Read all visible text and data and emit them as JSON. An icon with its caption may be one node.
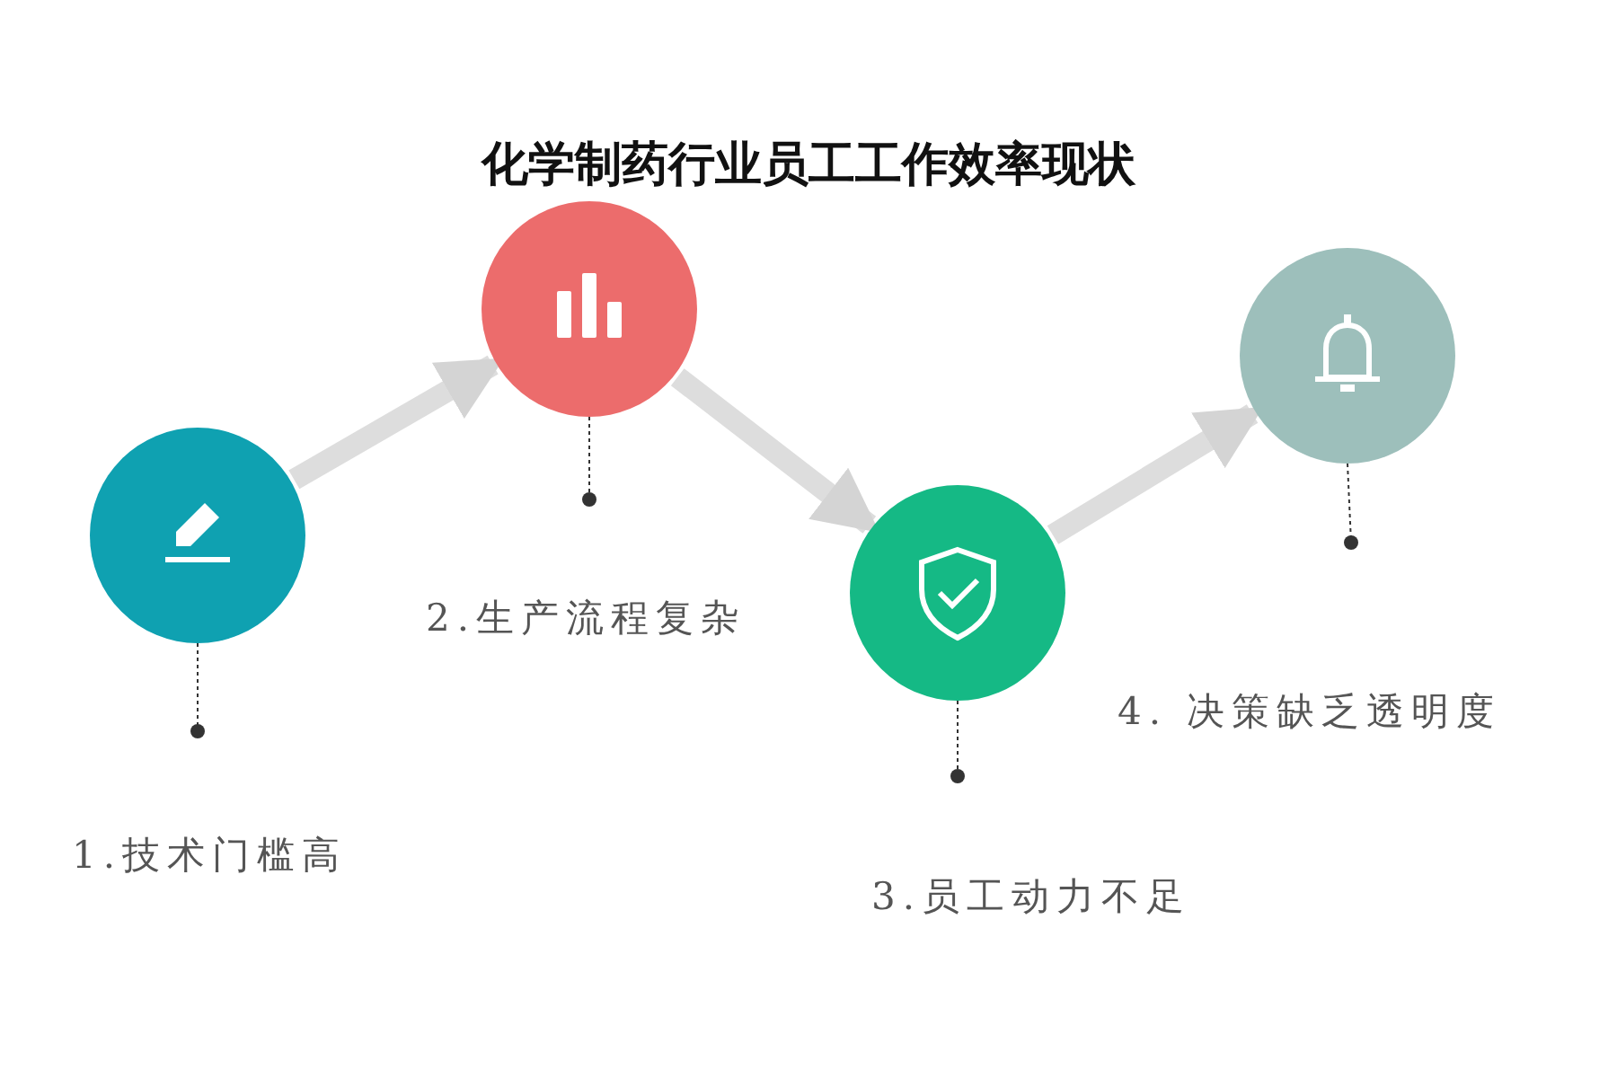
{
  "diagram": {
    "title": "化学制药行业员工工作效率现状",
    "nodes": [
      {
        "text": [],
        "shape": "circle"
      },
      {
        "text": [],
        "shape": "circle"
      },
      {
        "text": [],
        "shape": "circle"
      },
      {
        "text": [],
        "shape": "circle"
      }
    ],
    "edges": [
      {
        "from": 0,
        "to": 1,
        "arrow": "to",
        "style": "thick",
        "color": "#dddddd"
      },
      {
        "from": 1,
        "to": 2,
        "arrow": "to",
        "style": "thick",
        "color": "#dddddd"
      },
      {
        "from": 2,
        "to": 3,
        "arrow": "to",
        "style": "thick",
        "color": "#dddddd"
      },
      {
        "from": 0,
        "to": null,
        "arrow": "other",
        "style": "dashed"
      },
      {
        "from": 1,
        "to": null,
        "arrow": "other",
        "style": "dashed"
      },
      {
        "from": 2,
        "to": null,
        "arrow": "other",
        "style": "dashed"
      },
      {
        "from": 3,
        "to": null,
        "arrow": "other",
        "style": "dashed"
      }
    ],
    "labels": [
      "2.生产流程复杂",
      "4. 决策缺乏透明度",
      "1.技术门槛高",
      "3.员工动力不足"
    ]
  }
}
